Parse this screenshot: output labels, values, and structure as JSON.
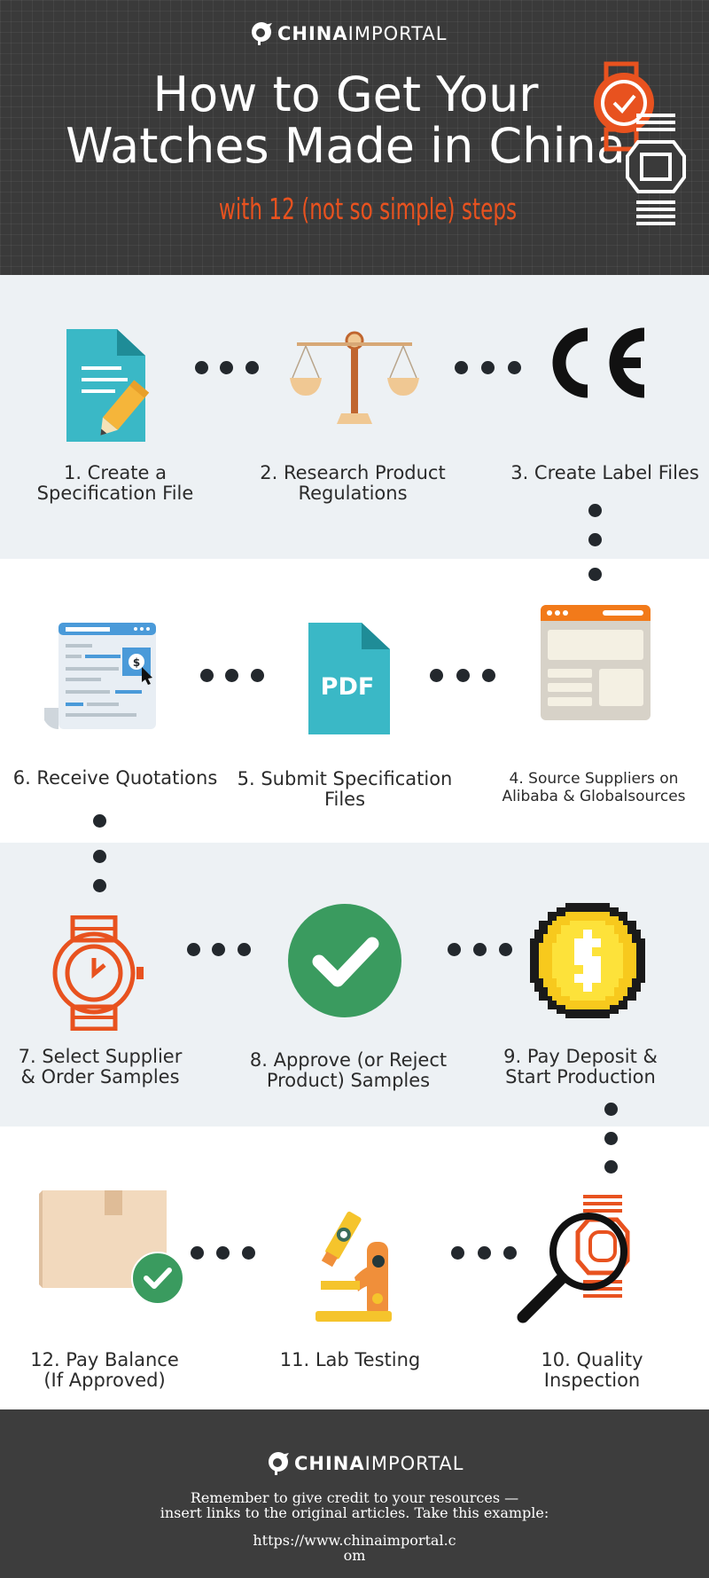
{
  "brand": {
    "bold": "CHINA",
    "thin": "IMPORTAL"
  },
  "title_line1": "How to Get Your",
  "title_line2": "Watches Made in China",
  "subtitle": "with 12 (not so simple) steps",
  "steps": [
    {
      "line1": "1. Create a",
      "line2": "Specification File",
      "icon": "document-pencil-icon"
    },
    {
      "line1": "2. Research Product",
      "line2": "Regulations",
      "icon": "scales-icon"
    },
    {
      "line1": "3. Create Label Files",
      "line2": "",
      "icon": "ce-mark-icon"
    },
    {
      "line1": "4. Source Suppliers on",
      "line2": "Alibaba & Globalsources",
      "icon": "browser-window-icon"
    },
    {
      "line1": "5. Submit Specification",
      "line2": "Files",
      "icon": "pdf-file-icon"
    },
    {
      "line1": "6. Receive Quotations",
      "line2": "",
      "icon": "quotation-page-icon"
    },
    {
      "line1": "7. Select Supplier",
      "line2": "& Order Samples",
      "icon": "watch-icon"
    },
    {
      "line1": "8. Approve (or Reject",
      "line2": "Product) Samples",
      "icon": "checkmark-circle-icon"
    },
    {
      "line1": "9. Pay Deposit &",
      "line2": "Start Production",
      "icon": "dollar-coin-icon"
    },
    {
      "line1": "10. Quality",
      "line2": "Inspection",
      "icon": "magnifier-watch-icon"
    },
    {
      "line1": "11. Lab Testing",
      "line2": "",
      "icon": "microscope-icon"
    },
    {
      "line1": "12. Pay Balance",
      "line2": "(If Approved)",
      "icon": "box-check-icon"
    }
  ],
  "pdf_text": "PDF",
  "footer": {
    "line1": "Remember to give credit to your resources —",
    "line2": "insert links to the original articles.  Take this example:",
    "url_line1": "https://www.chinaimportal.c",
    "url_line2": "om"
  },
  "colors": {
    "header_bg": "#3a3a3a",
    "accent": "#e8521f",
    "band_gray": "#edf1f4",
    "teal": "#3ab8c6",
    "green": "#3a9b5f",
    "dot": "#23282d"
  }
}
